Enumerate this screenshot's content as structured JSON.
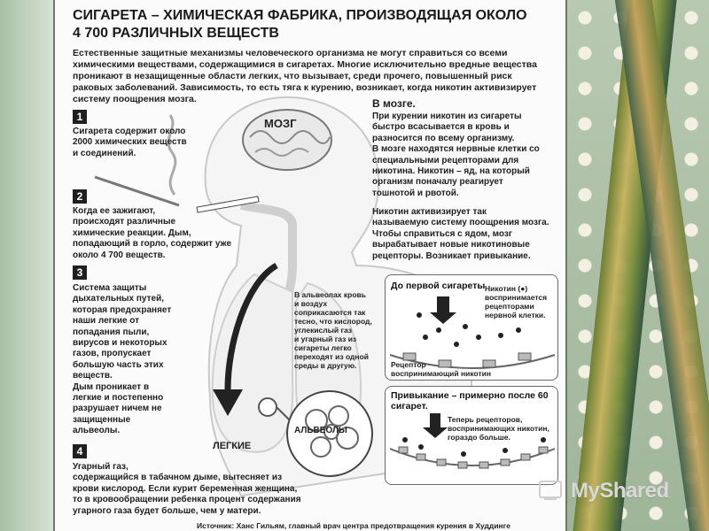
{
  "title": "СИГАРЕТА – ХИМИЧЕСКАЯ ФАБРИКА, ПРОИЗВОДЯЩАЯ ОКОЛО\n4 700 РАЗЛИЧНЫХ ВЕЩЕСТВ",
  "intro": "Естественные защитные механизмы человеческого организма не могут справиться со всеми\nхимическими веществами, содержащимися в сигаретах. Многие исключительно вредные вещества\nпроникают в незащищенные области легких, что вызывает, среди прочего, повышенный риск\nраковых заболеваний. Зависимость, то есть тяга к курению, возникает, когда никотин активизирует\nсистему поощрения мозга.",
  "steps": [
    {
      "num": "1",
      "text": "Сигарета содержит около\n2000 химических веществ\nи соединений."
    },
    {
      "num": "2",
      "text": "Когда ее зажигают,\nпроисходят различные\nхимические реакции. Дым,\nпопадающий в горло, содержит уже\nоколо 4 700 веществ."
    },
    {
      "num": "3",
      "text": "Система защиты\nдыхательных путей,\nкоторая предохраняет\nнаши легкие от\nпопадания пыли,\nвирусов и некоторых\nгазов, пропускает\nбольшую часть этих\nвеществ.\nДым проникает в\nлегкие и постепенно\nразрушает ничем не\nзащищенные\nальвеолы."
    },
    {
      "num": "4",
      "text": "Угарный газ,\nсодержащийся в табачном дыме, вытесняет из\nкрови кислород. Если курит беременная женщина,\nто в кровообращении ребенка процент содержания\nугарного газа будет больше, чем у матери."
    }
  ],
  "brain": {
    "heading": "В мозге.",
    "text1": "При курении никотин из сигареты\nбыстро всасывается в кровь и\nразносится по всему организму.\nВ мозге находятся нервные клетки со\nспециальными рецепторами для\nникотина. Никотин – яд, на который\nорганизм поначалу реагирует\nтошнотой и рвотой.",
    "text2": "Никотин активизирует так\nназываемую систему поощрения мозга.\nЧтобы справиться с ядом, мозг\nвырабатывает новые никотиновые\nрецепторы. Возникает привыкание."
  },
  "labels": {
    "brain": "МОЗГ",
    "lungs": "ЛЕГКИЕ",
    "alveoli": "АЛЬВЕОЛЫ"
  },
  "alveoli_text": "В альвеолах кровь\nи воздух\nсоприкасаются так\nтесно, что кислород,\nуглекислый газ\nи угарный газ из\nсигареты легко\nпереходят из одной\nсреды в другую.",
  "inset1": {
    "title": "До первой сигареты",
    "nicotine_note": "Никотин (●)\nвоспринимается\nрецепторами\nнервной клетки.",
    "receptor_label": "Рецептор\nвоспринимающий никотин"
  },
  "inset2": {
    "title": "Привыкание\n– примерно после 60 сигарет.",
    "note": "Теперь рецепторов,\nвоспринимающих никотин,\nгораздо больше."
  },
  "footer": "Источник: Ханс Гильям, главный врач центра предотвращения курения в Худдинге",
  "logo": "MyShared",
  "colors": {
    "accent": "#1f1f1f",
    "paper": "#fbfbfb",
    "frame": "#c9d7c5"
  }
}
